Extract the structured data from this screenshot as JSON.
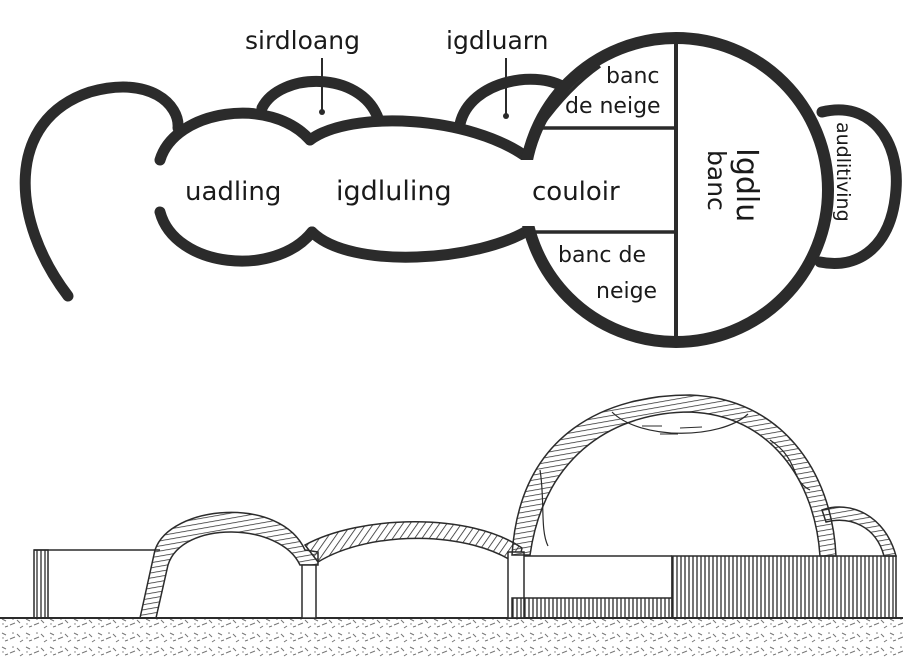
{
  "plan": {
    "labels": {
      "sirdloang": "sirdloang",
      "igdluarn": "igdluarn",
      "uadling": "uadling",
      "igdluling": "igdluling",
      "couloir": "couloir",
      "banc_top_1": "banc",
      "banc_top_2": "de neige",
      "banc_bottom_1": "banc de",
      "banc_bottom_2": "neige",
      "igdlu": "Igdlu",
      "banc_center": "banc",
      "audlitiving": "audlitiving"
    }
  },
  "colors": {
    "ink": "#2b2b2b",
    "paper": "#ffffff",
    "ground": "#7a7a7a"
  }
}
